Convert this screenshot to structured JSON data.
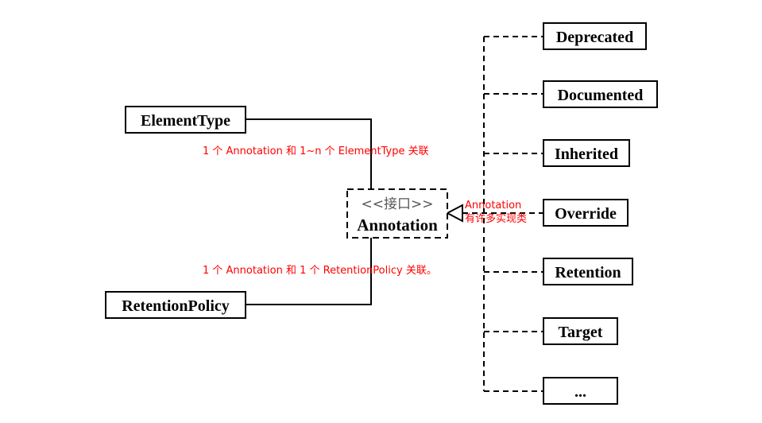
{
  "diagram": {
    "interface": {
      "stereotype": "<<接口>>",
      "name": "Annotation"
    },
    "associations": {
      "element_type": {
        "name": "ElementType",
        "note": "1 个 Annotation 和 1~n 个 ElementType 关联"
      },
      "retention_policy": {
        "name": "RetentionPolicy",
        "note": "1 个 Annotation 和 1 个 RetentionPolicy 关联。"
      }
    },
    "implementations_note": {
      "line1": "Annotation",
      "line2": "有许多实现类"
    },
    "implementations": [
      "Deprecated",
      "Documented",
      "Inherited",
      "Override",
      "Retention",
      "Target",
      "..."
    ],
    "colors": {
      "note": "#ff0000",
      "line": "#000000",
      "stereotype": "#555555"
    }
  }
}
